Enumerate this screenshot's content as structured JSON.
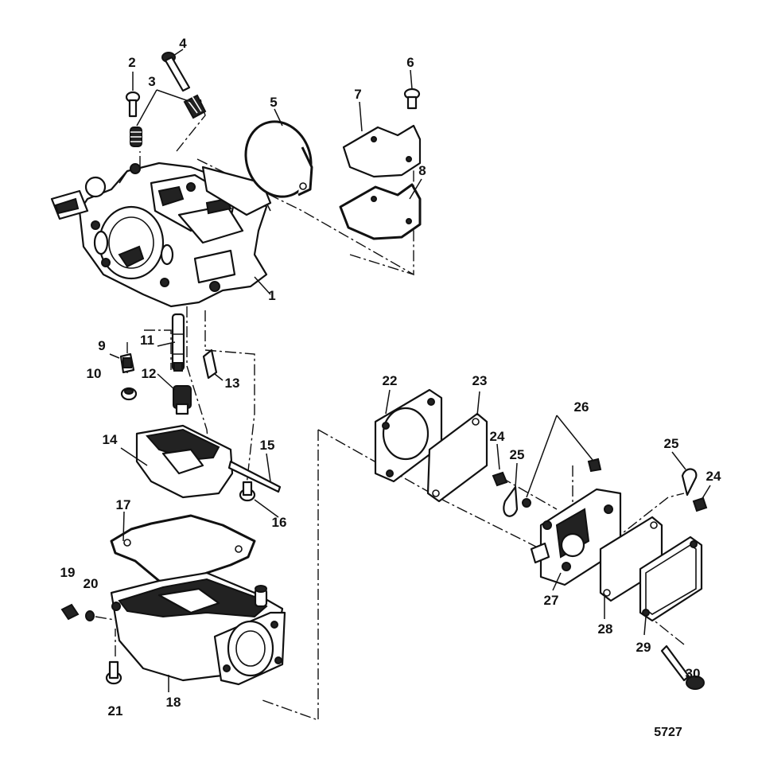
{
  "callouts": [
    "1",
    "2",
    "3",
    "4",
    "5",
    "6",
    "7",
    "8",
    "9",
    "10",
    "11",
    "12",
    "13",
    "14",
    "15",
    "16",
    "17",
    "18",
    "19",
    "20",
    "21",
    "22",
    "23",
    "24",
    "24",
    "25",
    "25",
    "26",
    "27",
    "28",
    "29",
    "30"
  ],
  "figure_number": "5727"
}
